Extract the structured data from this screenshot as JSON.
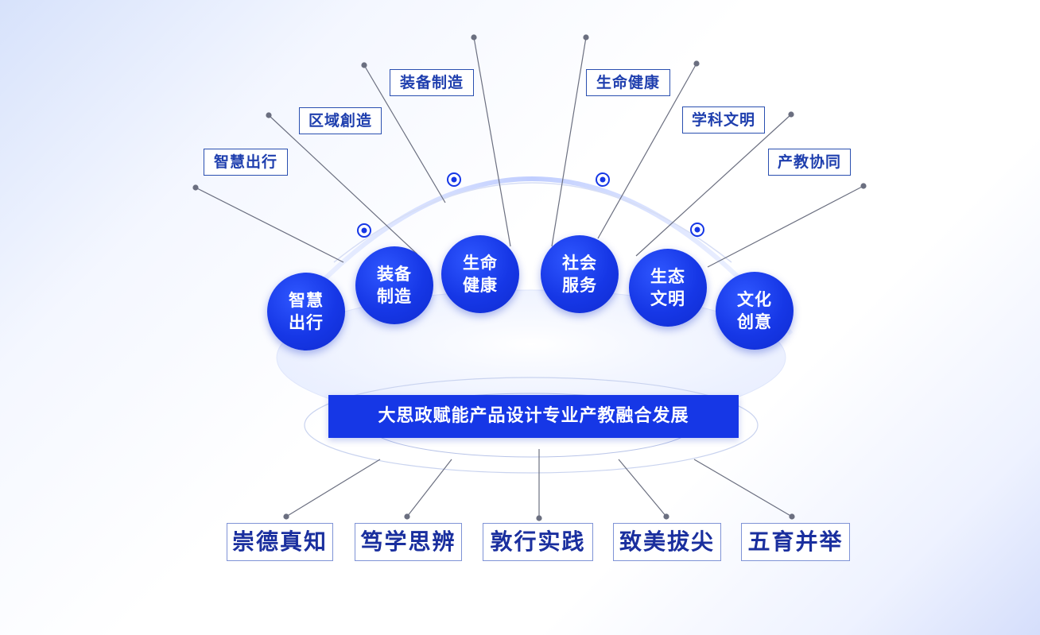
{
  "outer_tags": [
    "智慧出行",
    "区域創造",
    "装备制造",
    "生命健康",
    "学科文明",
    "产教协同"
  ],
  "bubbles": [
    "智慧出行",
    "装备制造",
    "生命健康",
    "社会服务",
    "生态文明",
    "文化创意"
  ],
  "center_banner": "大思政赋能产品设计专业产教融合发展",
  "values": [
    "崇德真知",
    "笃学思辨",
    "敦行实践",
    "致美拔尖",
    "五育并举"
  ],
  "colors": {
    "primary_blue": "#1637e6",
    "tag_text": "#1f3fae",
    "tag_border": "#2a4fb0",
    "value_text": "#1a2f9e",
    "line_gray": "#6b6f80"
  }
}
